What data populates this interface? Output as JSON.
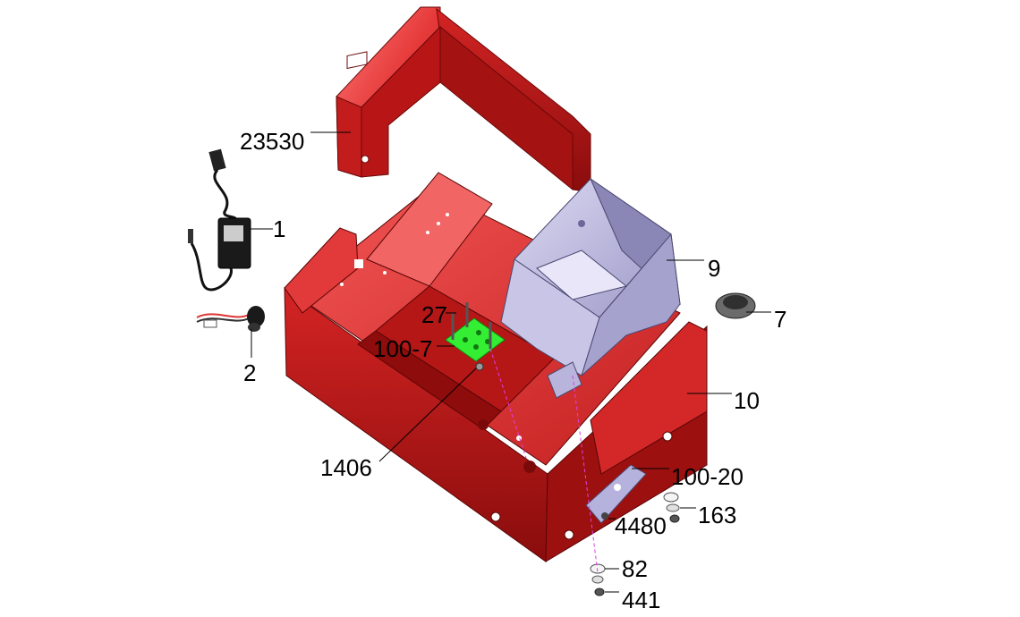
{
  "colors": {
    "housing": "#cc1f1f",
    "housing_light": "#f06060",
    "housing_dark": "#8a0e0e",
    "bracket": "#b4b0d8",
    "bracket_dark": "#7c78a8",
    "pcb": "#33ee33",
    "leader_line": "#000000",
    "axis_line": "#e040e0"
  },
  "labels": {
    "p23530": "23530",
    "p1": "1",
    "p2": "2",
    "p9": "9",
    "p7": "7",
    "p10": "10",
    "p27": "27",
    "p100_7": "100-7",
    "p1406": "1406",
    "p100_20": "100-20",
    "p4480": "4480",
    "p163": "163",
    "p82": "82",
    "p441": "441"
  }
}
